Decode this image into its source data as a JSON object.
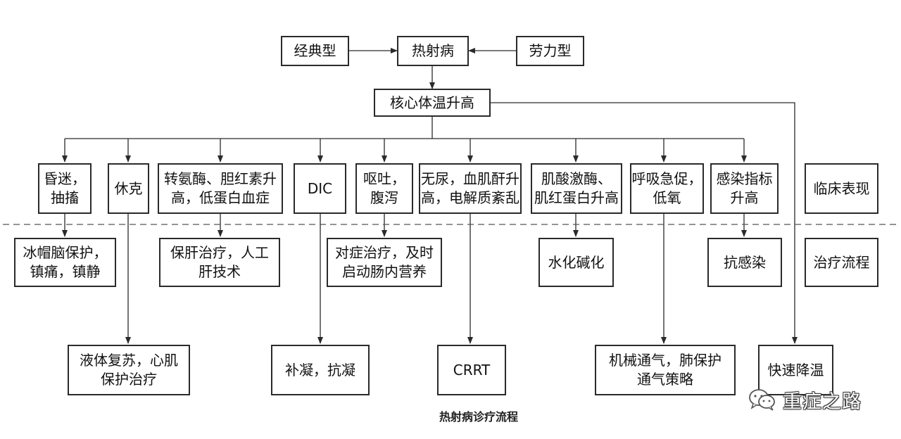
{
  "diagram": {
    "nodes": {
      "classic": "经典型",
      "heatstroke": "热射病",
      "exertional": "劳力型",
      "core_temp": "核心体温升高",
      "coma": "昏迷，\n抽搐",
      "shock": "休克",
      "liver": "转氨酶、胆红素升\n高，低蛋白血症",
      "dic": "DIC",
      "vomit": "呕吐，\n腹泻",
      "anuria": "无尿，血肌酐升\n高，电解质紊乱",
      "ck": "肌酸激酶、\n肌红蛋白升高",
      "resp": "呼吸急促，\n低氧",
      "infection": "感染指标\n升高",
      "clinical_label": "临床表现",
      "ice_cap": "冰帽脑保护，\n镇痛，镇静",
      "liver_tx": "保肝治疗，人工\n肝技术",
      "symptomatic": "对症治疗，及时\n启动肠内营养",
      "hydration": "水化碱化",
      "anti_infection": "抗感染",
      "treatment_label": "治疗流程",
      "fluid": "液体复苏，心肌\n保护治疗",
      "coag": "补凝，抗凝",
      "crrt": "CRRT",
      "ventilation": "机械通气，肺保护\n通气策略",
      "cooling": "快速降温"
    },
    "caption": "热射病诊疗流程"
  },
  "watermark": {
    "text": "重症之路",
    "icon": "wechat-icon"
  },
  "colors": {
    "line": "#2a2a2a",
    "dashed_separator": "#555555"
  }
}
